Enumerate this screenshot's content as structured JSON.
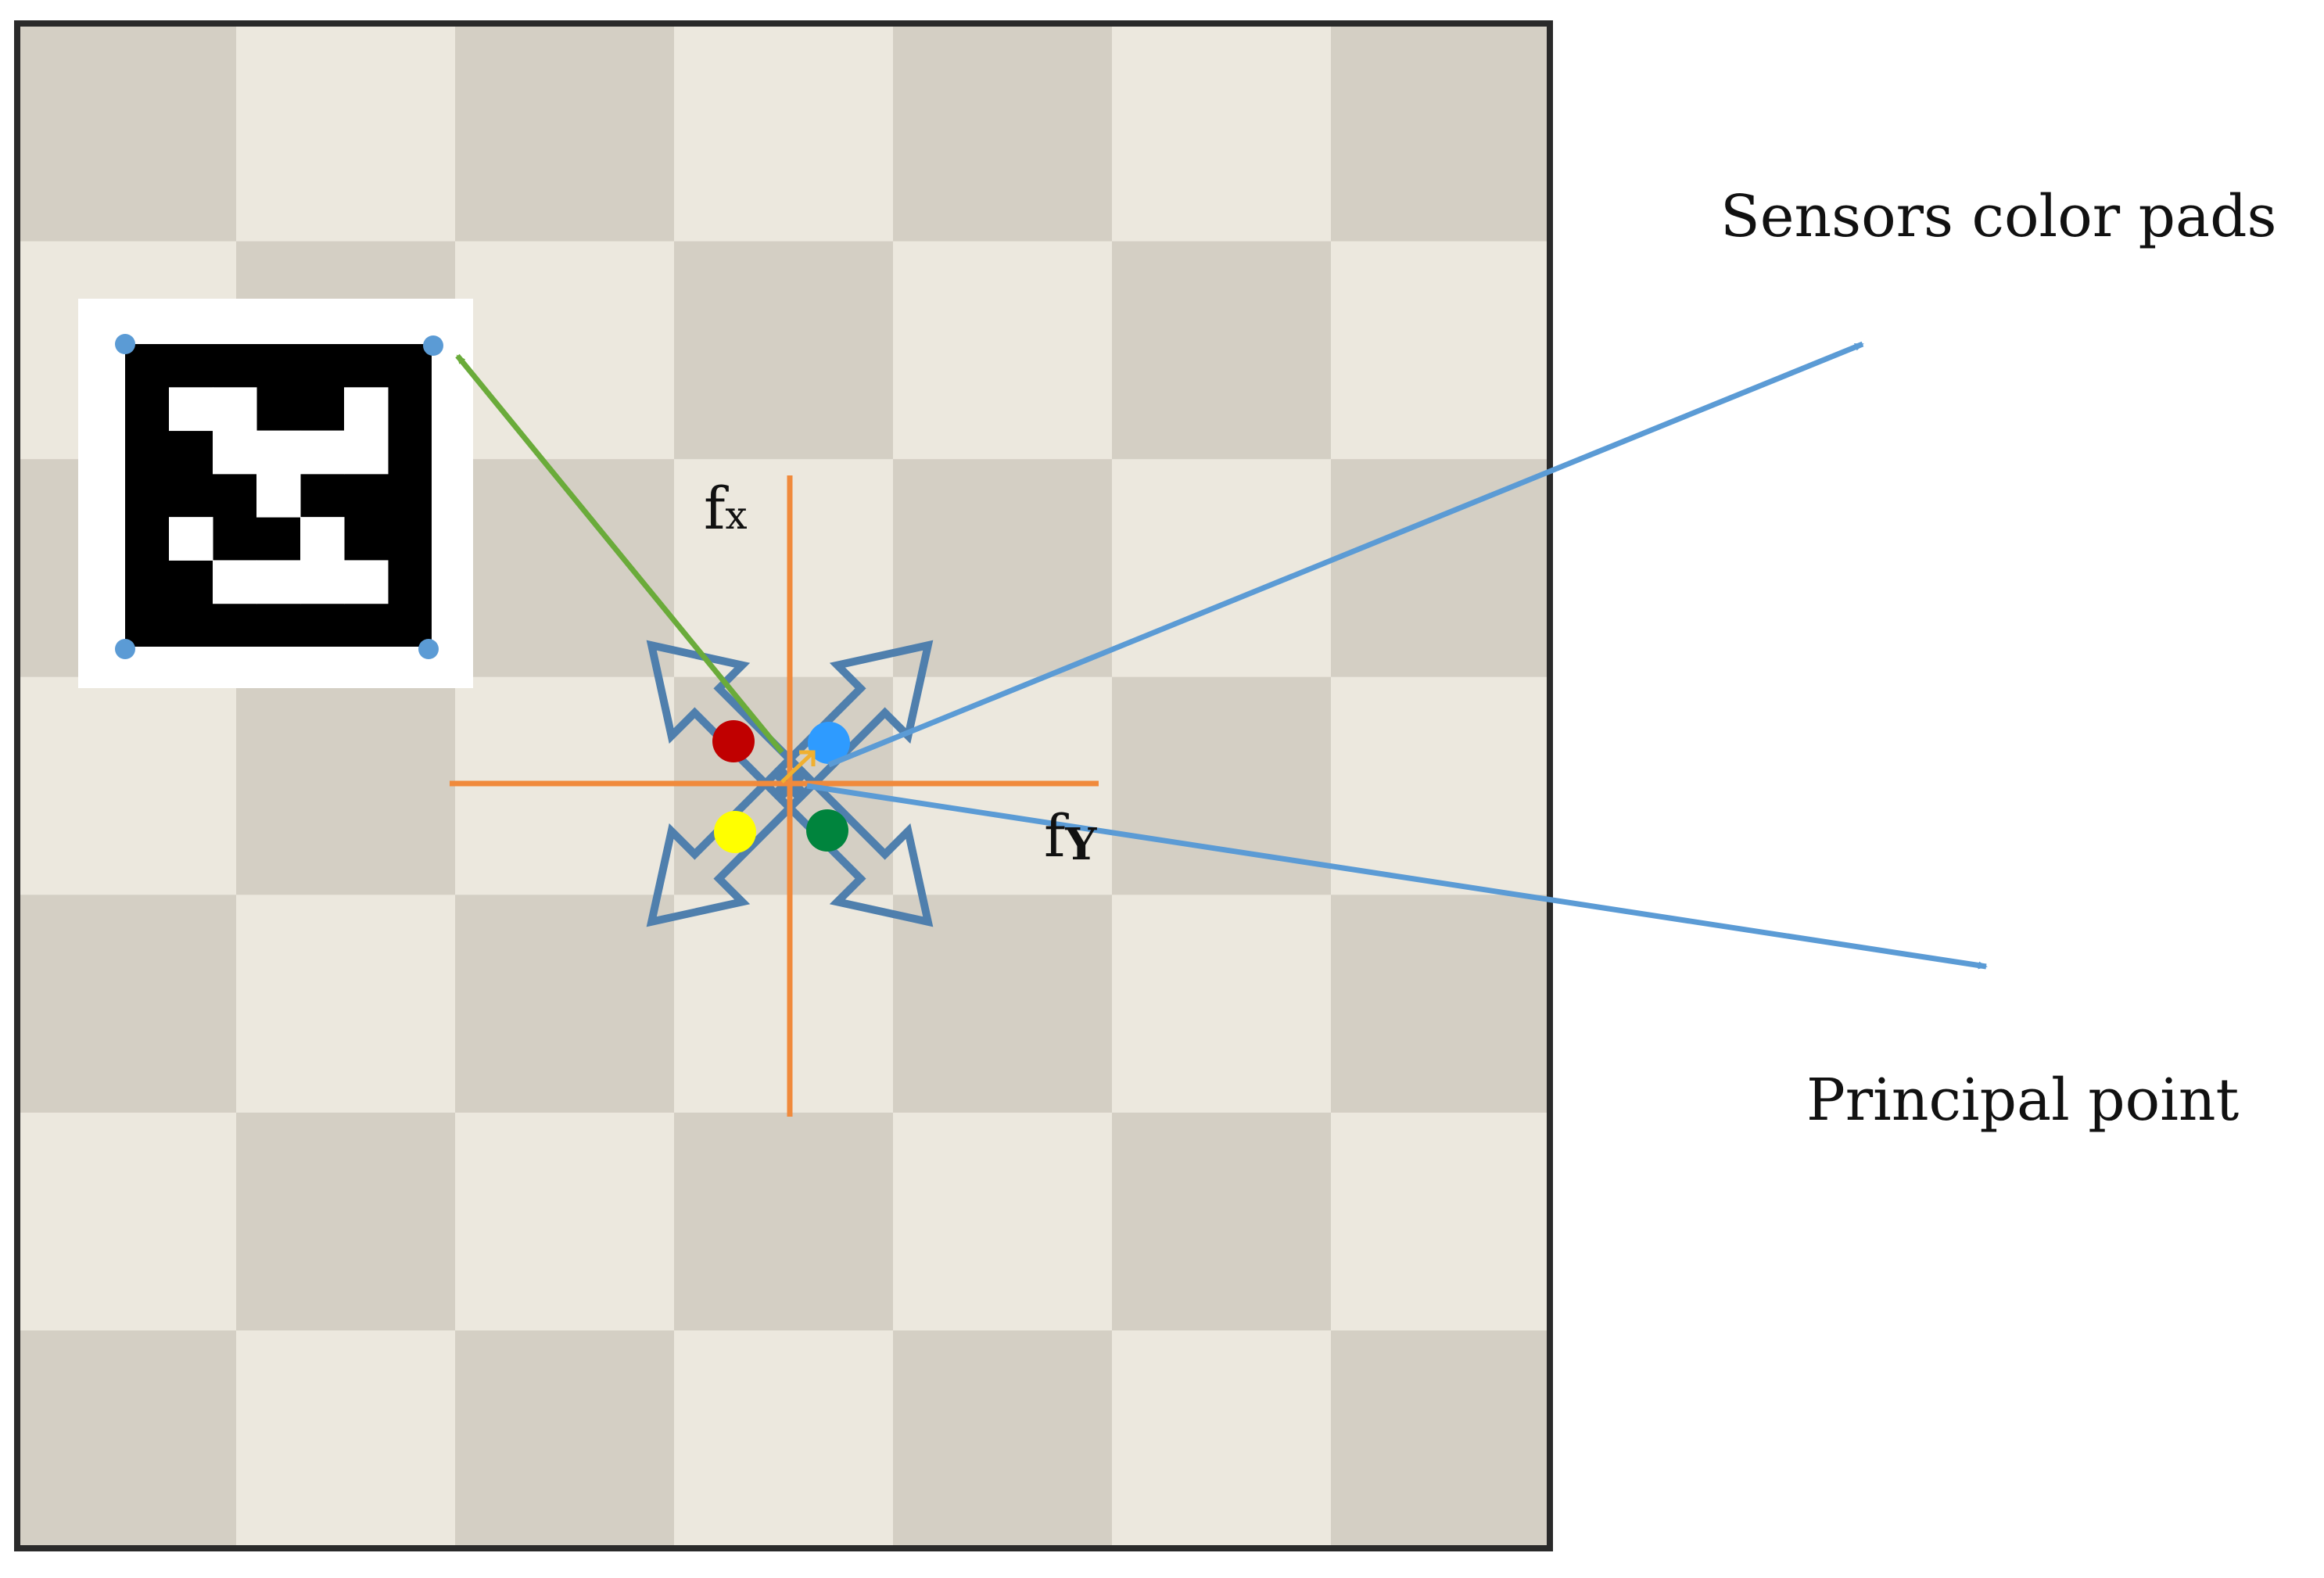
{
  "labels": {
    "sensors_color_pads": "Sensors color pads",
    "principal_point": "Principal point",
    "fx_base": "f",
    "fx_sub": "x",
    "fy_base": "f",
    "fy_sub": "Y"
  },
  "marker": {
    "pattern": [
      [
        0,
        0,
        0,
        0,
        0,
        0,
        0
      ],
      [
        0,
        1,
        1,
        0,
        0,
        1,
        0
      ],
      [
        0,
        0,
        1,
        1,
        1,
        1,
        0
      ],
      [
        0,
        0,
        0,
        1,
        0,
        0,
        0
      ],
      [
        0,
        1,
        0,
        0,
        1,
        0,
        0
      ],
      [
        0,
        0,
        1,
        1,
        1,
        1,
        0
      ],
      [
        0,
        0,
        0,
        0,
        0,
        0,
        0
      ]
    ]
  },
  "colors": {
    "board_light": "#ece8de",
    "board_dark": "#d4cfc4",
    "board_border": "#2a2a2a",
    "orange_axis": "#f08a3c",
    "blue_arrow": "#5b9bd5",
    "blue_outline": "#4f7fad",
    "green_arrow": "#6aab3a",
    "pad_red": "#c00000",
    "pad_blue": "#2e9bff",
    "pad_yellow": "#ffff00",
    "pad_green": "#00843d",
    "corner_dot": "#5b9bd5"
  },
  "pads": [
    "red",
    "blue",
    "yellow",
    "green"
  ]
}
